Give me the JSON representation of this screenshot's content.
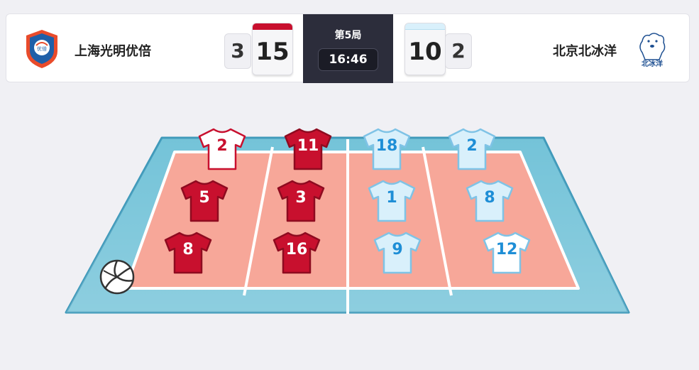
{
  "home": {
    "name": "上海光明优倍",
    "sets": "3",
    "points": "15",
    "color": "#c8102e",
    "logo_text": "优倍"
  },
  "away": {
    "name": "北京北冰洋",
    "sets": "2",
    "points": "10",
    "color": "#8fcbea",
    "logo_text": "北冰洋"
  },
  "center": {
    "set_label": "第5局",
    "clock": "16:46"
  },
  "home_players": [
    "2",
    "11",
    "5",
    "3",
    "8",
    "16"
  ],
  "away_players": [
    "18",
    "2",
    "1",
    "8",
    "9",
    "12"
  ],
  "colors": {
    "home_jersey": "#c8102e",
    "home_libero": "#ffffff",
    "away_jersey": "#d9f0fb",
    "away_libero": "#ffffff",
    "court": "#f7a799",
    "court_surround": "#6fc1d7"
  },
  "icons": {
    "ball": "volleyball-icon"
  }
}
